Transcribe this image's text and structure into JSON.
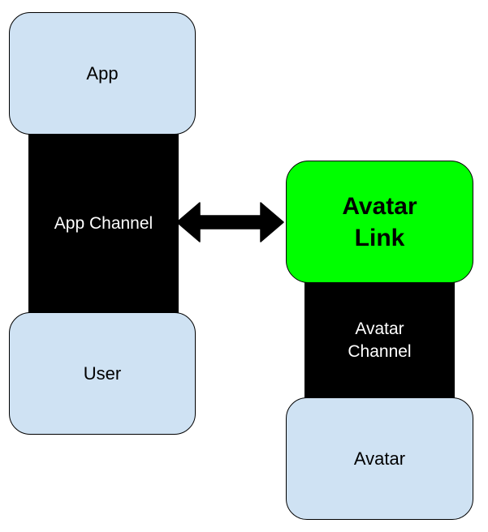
{
  "nodes": {
    "app": {
      "label": "App"
    },
    "app_channel": {
      "label": "App Channel"
    },
    "user": {
      "label": "User"
    },
    "avatar_link": {
      "line1": "Avatar",
      "line2": "Link"
    },
    "avatar_channel": {
      "line1": "Avatar",
      "line2": "Channel"
    },
    "avatar": {
      "label": "Avatar"
    }
  },
  "connector": {
    "type": "bidirectional-arrow",
    "from": "App Channel",
    "to": "Avatar Link"
  },
  "colors": {
    "box_fill": "#cfe2f3",
    "channel_fill": "#000000",
    "link_fill": "#00ff00",
    "stroke": "#000000",
    "channel_text": "#ffffff"
  }
}
